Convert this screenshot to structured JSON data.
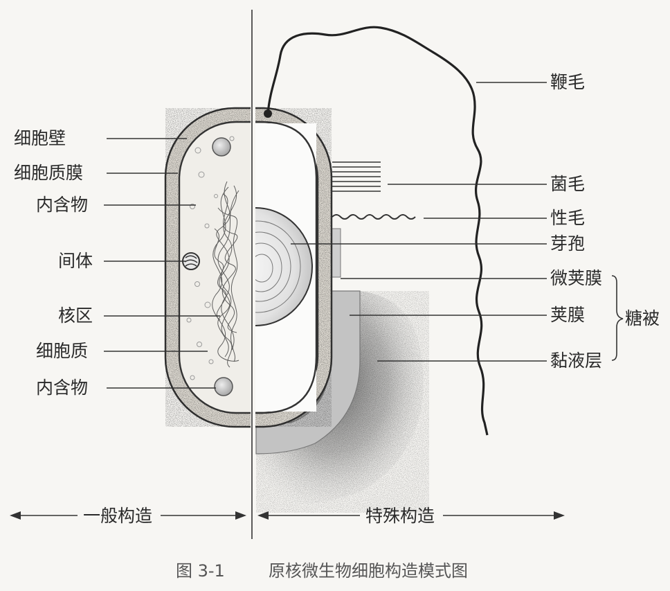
{
  "left_labels": {
    "cell_wall": "细胞壁",
    "cell_membrane": "细胞质膜",
    "inclusion_top": "内含物",
    "mesosome": "间体",
    "nucleoid": "核区",
    "cytoplasm": "细胞质",
    "inclusion_bottom": "内含物"
  },
  "right_labels": {
    "flagellum": "鞭毛",
    "pili": "菌毛",
    "sex_pilus": "性毛",
    "endospore": "芽孢",
    "microcapsule": "微荚膜",
    "capsule": "荚膜",
    "slime_layer": "黏液层",
    "glycocalyx": "糖被"
  },
  "bottom": {
    "general_structure": "一般构造",
    "special_structure": "特殊构造"
  },
  "caption": {
    "number": "图 3-1",
    "title": "原核微生物细胞构造模式图"
  }
}
